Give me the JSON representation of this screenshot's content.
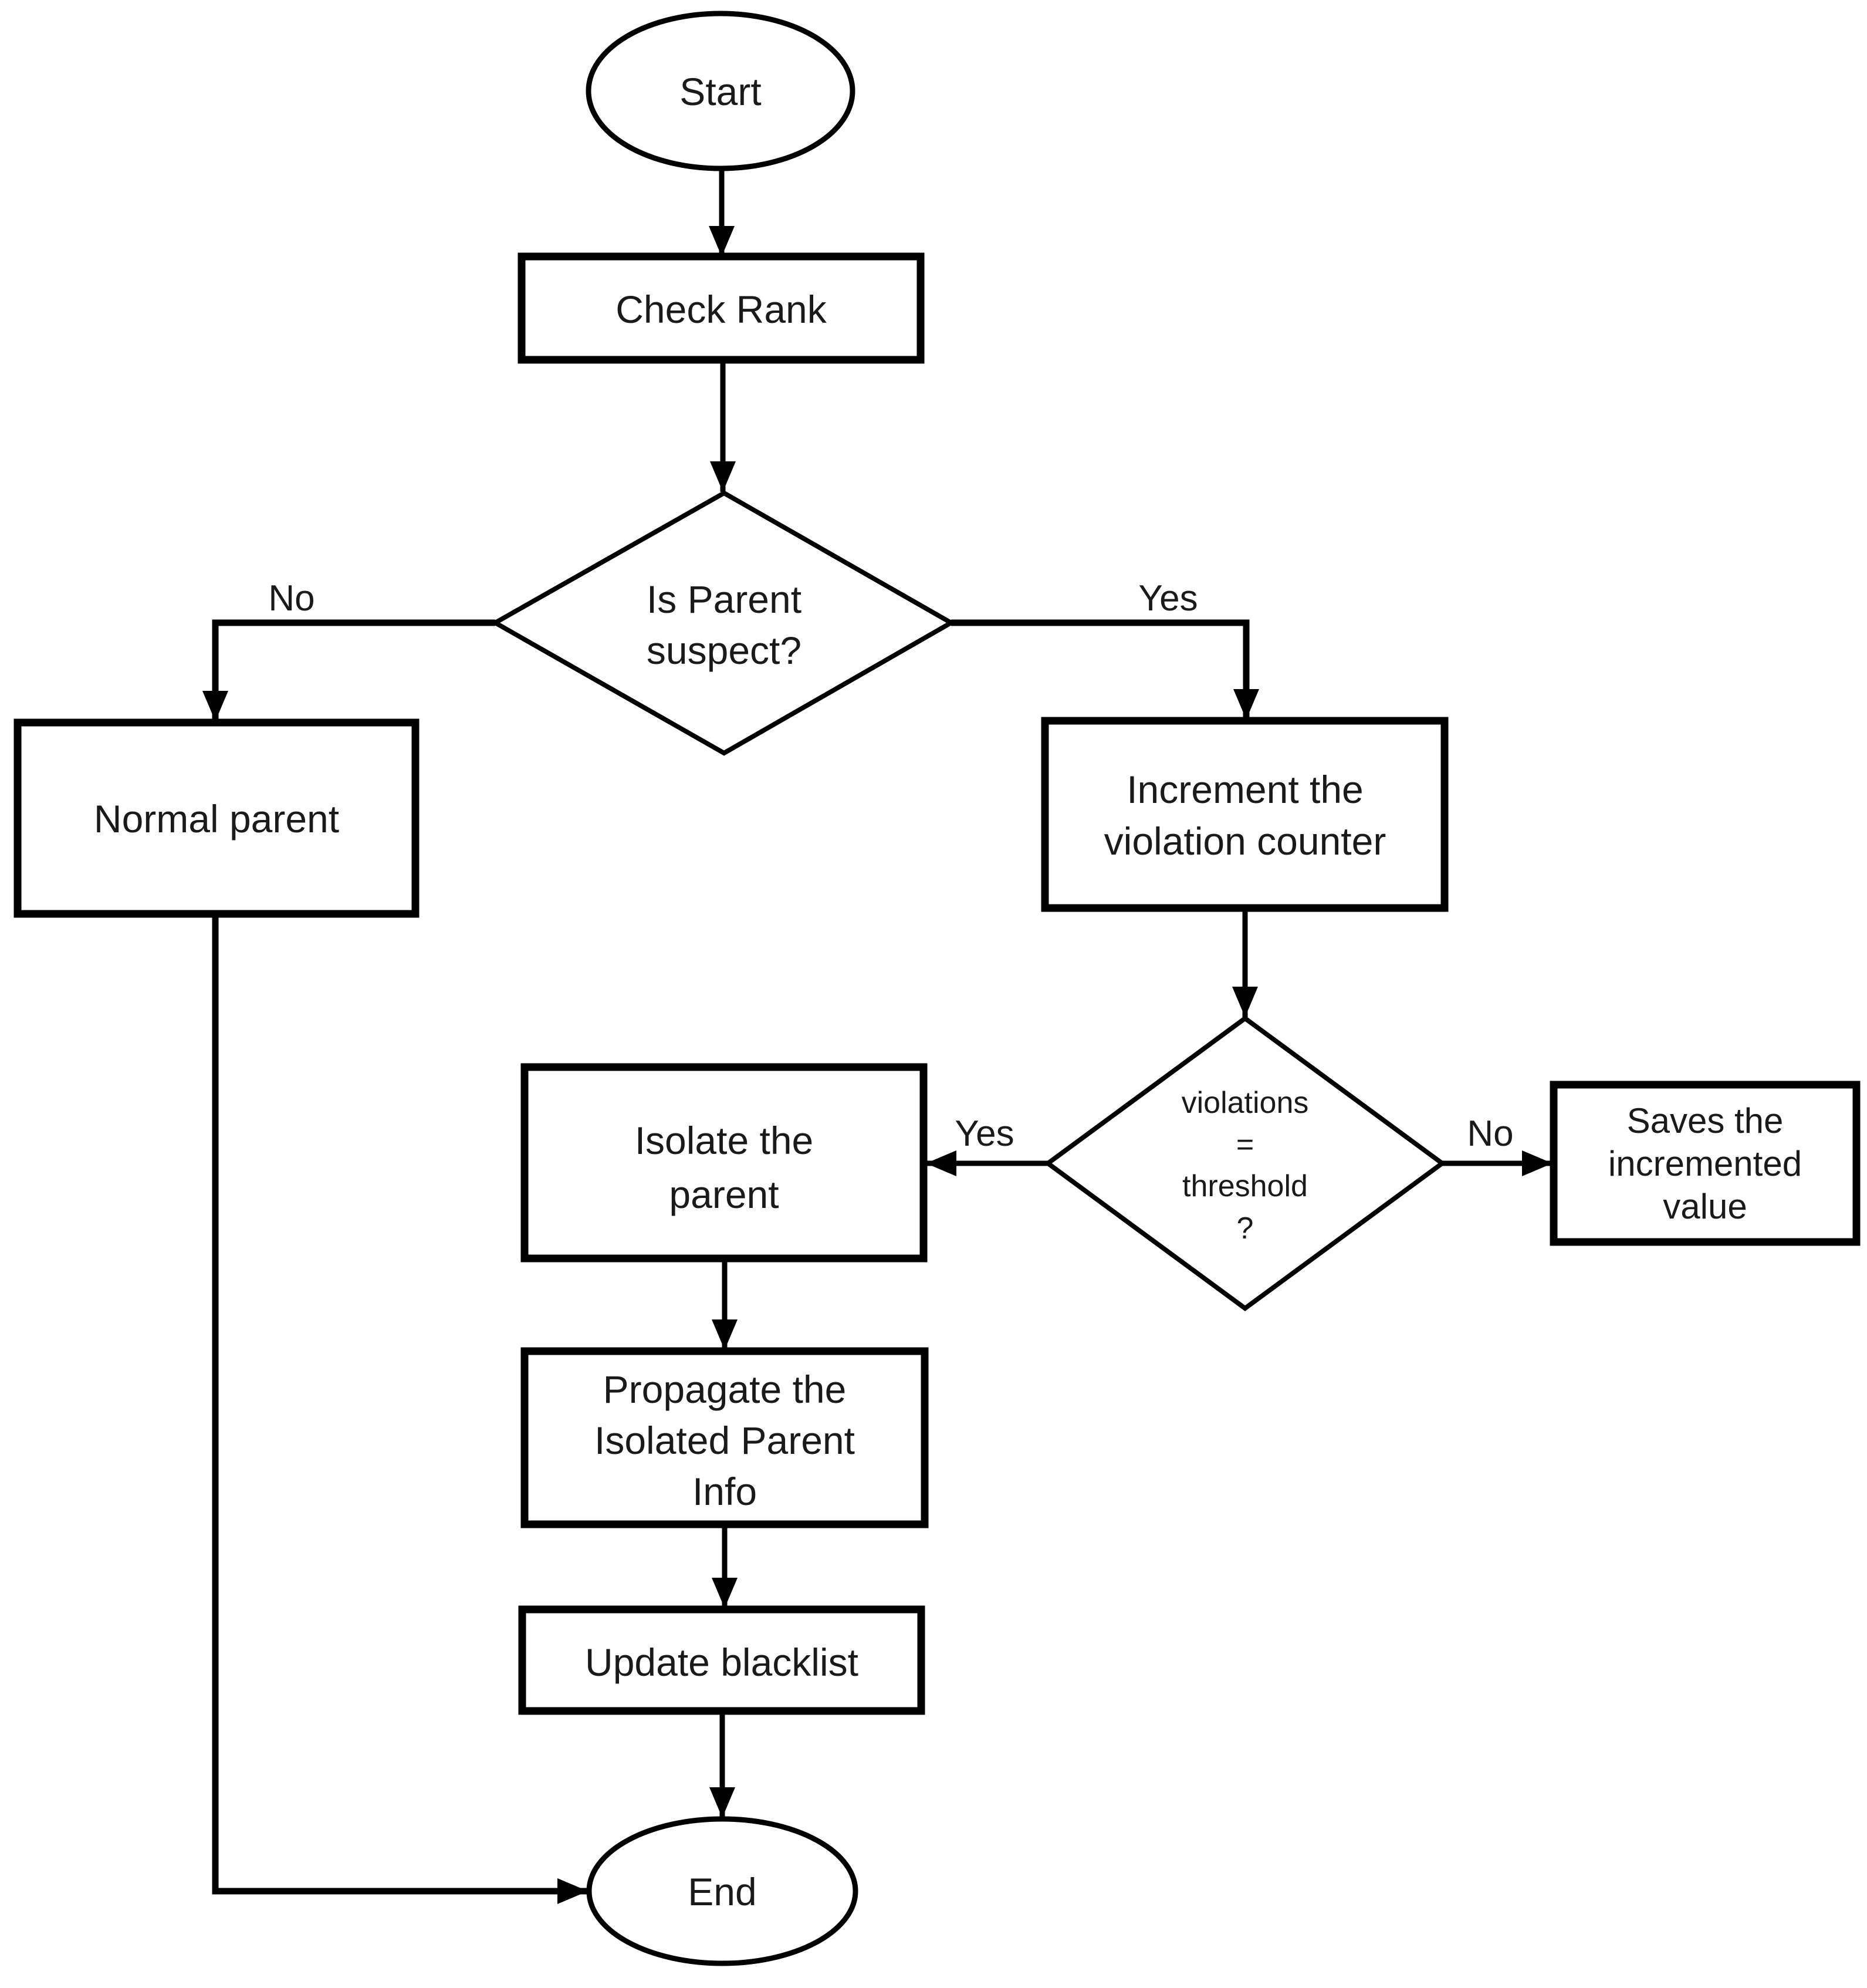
{
  "page": {
    "background": "#ffffff",
    "line_color": "#000000",
    "text_color": "#1a1a1a"
  },
  "nodes": {
    "start": {
      "type": "terminator",
      "label": "Start"
    },
    "check_rank": {
      "type": "process",
      "label": "Check Rank"
    },
    "is_parent_suspect": {
      "type": "decision",
      "lines": [
        "Is Parent",
        "suspect?"
      ]
    },
    "normal_parent": {
      "type": "process",
      "label": "Normal parent"
    },
    "increment_violation_counter": {
      "type": "process",
      "lines": [
        "Increment the",
        "violation counter"
      ]
    },
    "violations_equal_threshold": {
      "type": "decision",
      "lines": [
        "violations",
        "=",
        "threshold",
        "?"
      ]
    },
    "isolate_parent": {
      "type": "process",
      "lines": [
        "Isolate the",
        "parent"
      ]
    },
    "saves_incremented_value": {
      "type": "process",
      "lines": [
        "Saves the",
        "incremented",
        "value"
      ]
    },
    "propagate_isolated_parent_info": {
      "type": "process",
      "lines": [
        "Propagate the",
        "Isolated Parent",
        "Info"
      ]
    },
    "update_blacklist": {
      "type": "process",
      "label": "Update blacklist"
    },
    "end": {
      "type": "terminator",
      "label": "End"
    }
  },
  "edge_labels": {
    "suspect_no": "No",
    "suspect_yes": "Yes",
    "threshold_yes": "Yes",
    "threshold_no": "No"
  }
}
